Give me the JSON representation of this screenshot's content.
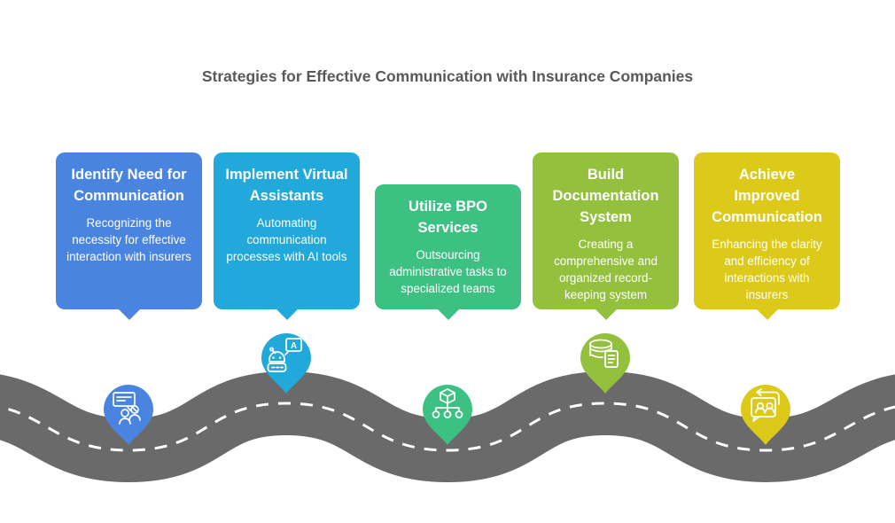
{
  "title": "Strategies for Effective Communication with Insurance Companies",
  "colors": {
    "title_text": "#58595b",
    "card_text": "#ffffff"
  },
  "road": {
    "color": "#6a6a6a",
    "line_color": "#ffffff"
  },
  "steps": [
    {
      "title": "Identify Need for Communication",
      "description": "Recognizing the necessity for effective interaction with insurers",
      "color": "#4a84e1",
      "icon": "discussion-icon"
    },
    {
      "title": "Implement Virtual Assistants",
      "description": "Automating communication processes with AI tools",
      "color": "#20a9da",
      "icon": "ai-assistant-icon"
    },
    {
      "title": "Utilize BPO Services",
      "description": "Outsourcing administrative tasks to specialized teams",
      "color": "#3cc183",
      "icon": "outsourcing-icon"
    },
    {
      "title": "Build Documentation System",
      "description": "Creating a comprehensive and organized record-keeping system",
      "color": "#93c03d",
      "icon": "database-document-icon"
    },
    {
      "title": "Achieve Improved Communication",
      "description": "Enhancing the clarity and efficiency of interactions with insurers",
      "color": "#dcc91a",
      "icon": "conversation-exchange-icon"
    }
  ]
}
